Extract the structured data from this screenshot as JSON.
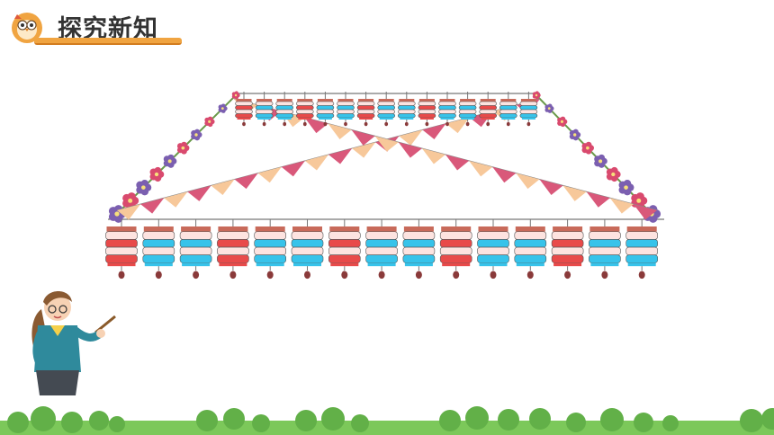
{
  "header": {
    "title": "探究新知"
  },
  "scene": {
    "top_lanterns": [
      "red",
      "blue",
      "blue",
      "red",
      "blue",
      "blue",
      "red",
      "blue",
      "blue",
      "red",
      "blue",
      "blue",
      "red",
      "blue",
      "blue"
    ],
    "bottom_lanterns": [
      "red",
      "blue",
      "blue",
      "red",
      "blue",
      "blue",
      "red",
      "blue",
      "blue",
      "red",
      "blue",
      "blue",
      "red",
      "blue",
      "blue"
    ],
    "colors": {
      "red": "#e84a4a",
      "blue": "#37c3ea",
      "lantern_light": "#fde3e0",
      "flag_pink": "#d9587a",
      "flag_peach": "#f7c89a",
      "flower_pink": "#d94a6e",
      "flower_purple": "#7b5fb0",
      "grass": "#7cc85a"
    }
  }
}
